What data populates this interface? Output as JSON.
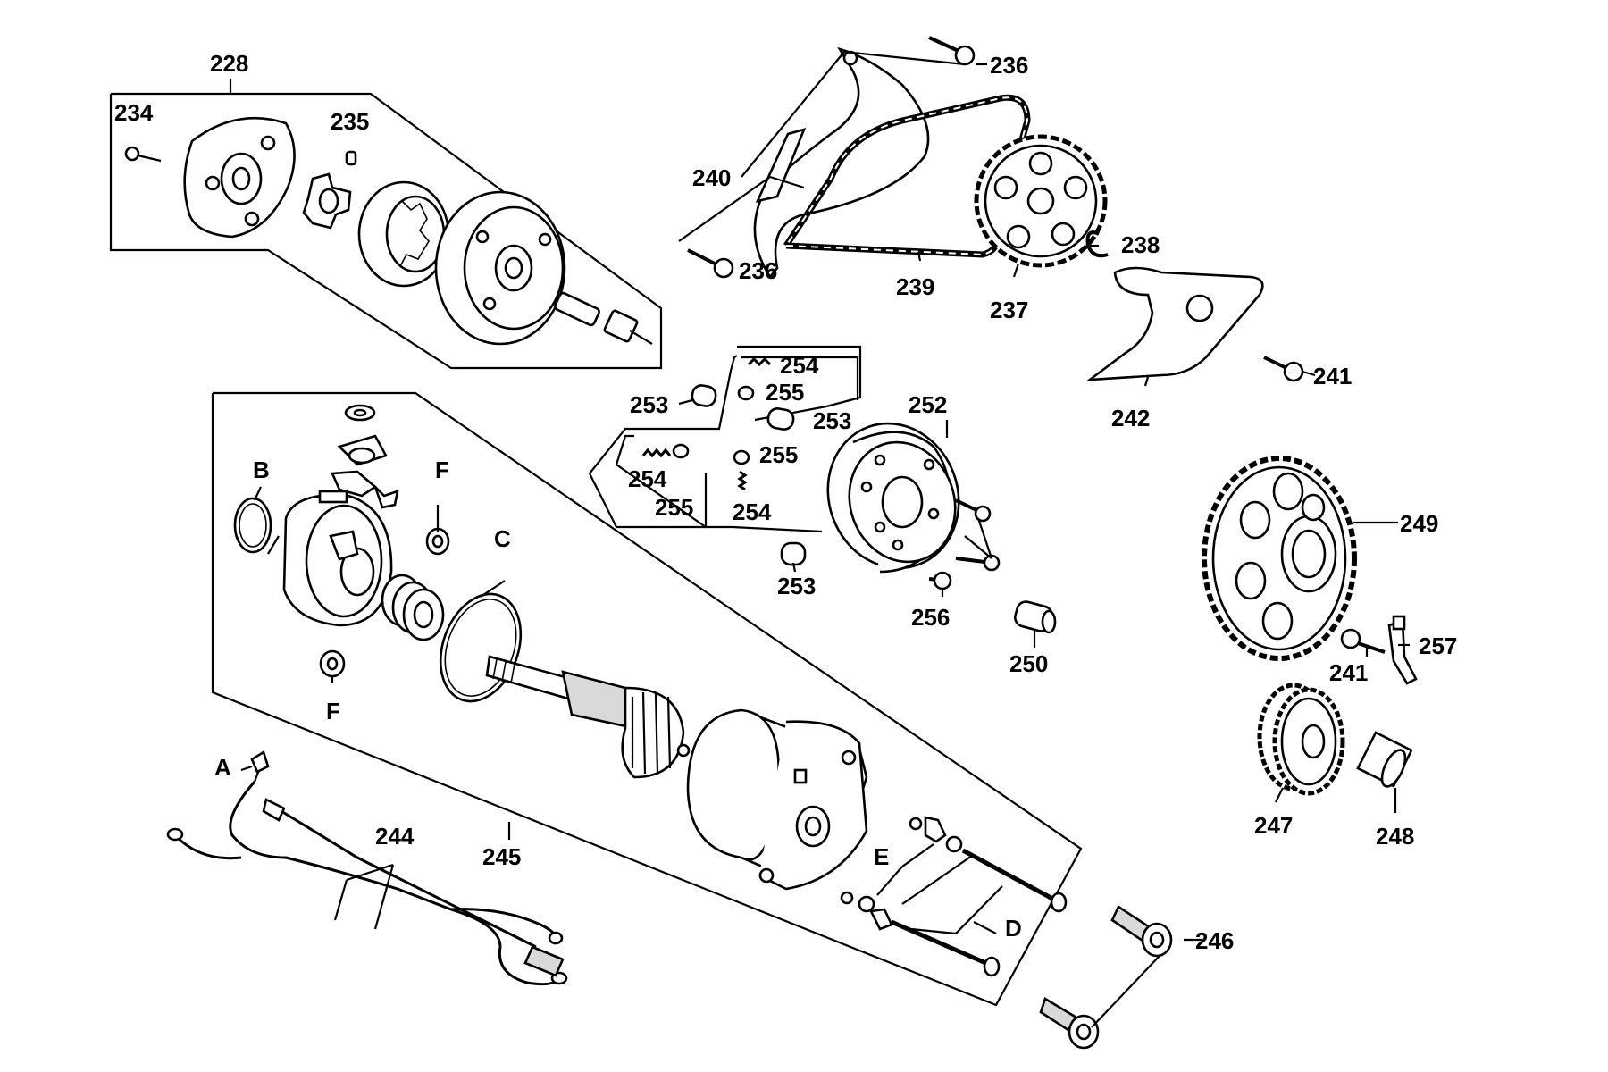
{
  "labels": {
    "p228": "228",
    "p234": "234",
    "p235": "235",
    "p236a": "236",
    "p236b": "236",
    "p237": "237",
    "p238": "238",
    "p239": "239",
    "p240": "240",
    "p241a": "241",
    "p241b": "241",
    "p242": "242",
    "p244": "244",
    "p245": "245",
    "p246": "246",
    "p247": "247",
    "p248": "248",
    "p249": "249",
    "p250": "250",
    "p252": "252",
    "p253a": "253",
    "p253b": "253",
    "p253c": "253",
    "p254a": "254",
    "p254b": "254",
    "p254c": "254",
    "p255a": "255",
    "p255b": "255",
    "p255c": "255",
    "p256": "256",
    "p257": "257",
    "A": "A",
    "B": "B",
    "C": "C",
    "D": "D",
    "E": "E",
    "F1": "F",
    "F2": "F"
  },
  "colors": {
    "line": "#000000",
    "background": "#ffffff",
    "fill": "#d9d9d9"
  }
}
